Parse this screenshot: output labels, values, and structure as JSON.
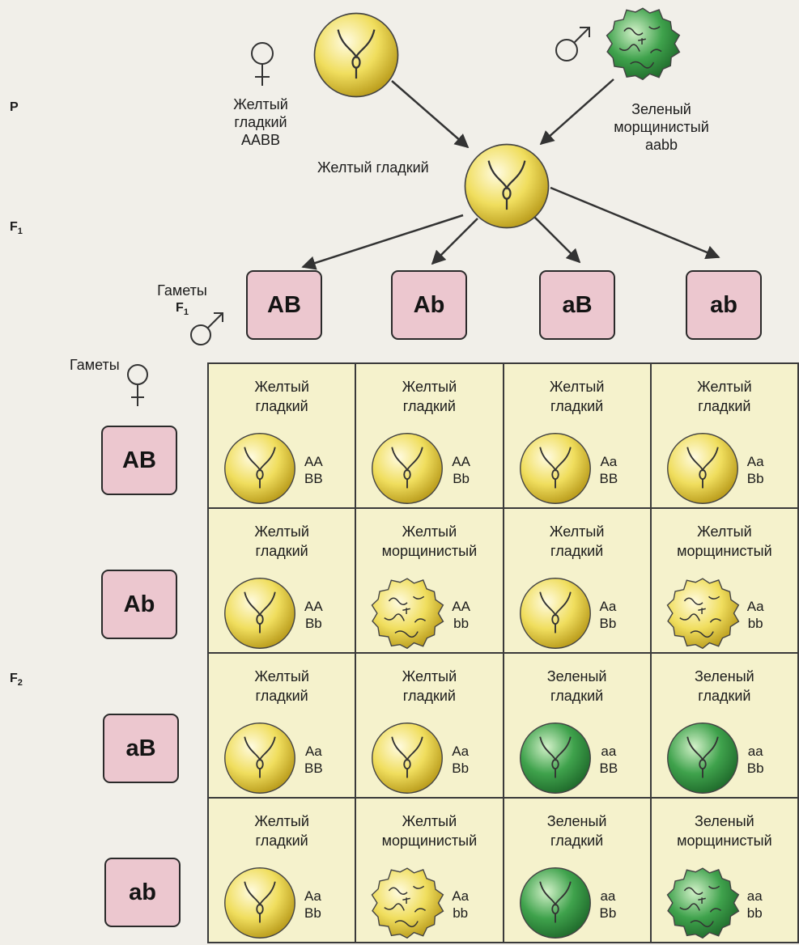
{
  "generation_labels": {
    "p": "P",
    "f1": "F",
    "f1_sub": "1",
    "f2": "F",
    "f2_sub": "2"
  },
  "female_parent": {
    "line1": "Желтый",
    "line2": "гладкий",
    "genotype": "AABB"
  },
  "male_parent": {
    "line1": "Зеленый",
    "line2": "морщинистый",
    "genotype": "aabb"
  },
  "f1_label": "Желтый гладкий",
  "male_gametes_label": {
    "line1": "Гаметы",
    "line2": "F",
    "sub": "1"
  },
  "female_gametes_label": "Гаметы",
  "male_gametes": [
    "AB",
    "Ab",
    "aB",
    "ab"
  ],
  "female_gametes": [
    "AB",
    "Ab",
    "aB",
    "ab"
  ],
  "colors": {
    "yellow_seed": "#f0de5e",
    "green_seed": "#3fa24c",
    "gamete_box": "#ecc7cf",
    "grid_bg": "#f5f2cc"
  },
  "punnett": [
    [
      {
        "phenotype": "Желтый\nгладкий",
        "genotype": "AA\nBB",
        "color": "yellow",
        "shape": "smooth"
      },
      {
        "phenotype": "Желтый\nгладкий",
        "genotype": "AA\nBb",
        "color": "yellow",
        "shape": "smooth"
      },
      {
        "phenotype": "Желтый\nгладкий",
        "genotype": "Aa\nBB",
        "color": "yellow",
        "shape": "smooth"
      },
      {
        "phenotype": "Желтый\nгладкий",
        "genotype": "Aa\nBb",
        "color": "yellow",
        "shape": "smooth"
      }
    ],
    [
      {
        "phenotype": "Желтый\nгладкий",
        "genotype": "AA\nBb",
        "color": "yellow",
        "shape": "smooth"
      },
      {
        "phenotype": "Желтый\nморщинистый",
        "genotype": "AA\nbb",
        "color": "yellow",
        "shape": "wrinkled"
      },
      {
        "phenotype": "Желтый\nгладкий",
        "genotype": "Aa\nBb",
        "color": "yellow",
        "shape": "smooth"
      },
      {
        "phenotype": "Желтый\nморщинистый",
        "genotype": "Aa\nbb",
        "color": "yellow",
        "shape": "wrinkled"
      }
    ],
    [
      {
        "phenotype": "Желтый\nгладкий",
        "genotype": "Aa\nBB",
        "color": "yellow",
        "shape": "smooth"
      },
      {
        "phenotype": "Желтый\nгладкий",
        "genotype": "Aa\nBb",
        "color": "yellow",
        "shape": "smooth"
      },
      {
        "phenotype": "Зеленый\nгладкий",
        "genotype": "aa\nBB",
        "color": "green",
        "shape": "smooth"
      },
      {
        "phenotype": "Зеленый\nгладкий",
        "genotype": "aa\nBb",
        "color": "green",
        "shape": "smooth"
      }
    ],
    [
      {
        "phenotype": "Желтый\nгладкий",
        "genotype": "Aa\nBb",
        "color": "yellow",
        "shape": "smooth"
      },
      {
        "phenotype": "Желтый\nморщинистый",
        "genotype": "Aa\nbb",
        "color": "yellow",
        "shape": "wrinkled"
      },
      {
        "phenotype": "Зеленый\nгладкий",
        "genotype": "aa\nBb",
        "color": "green",
        "shape": "smooth"
      },
      {
        "phenotype": "Зеленый\nморщинистый",
        "genotype": "aa\nbb",
        "color": "green",
        "shape": "wrinkled"
      }
    ]
  ]
}
